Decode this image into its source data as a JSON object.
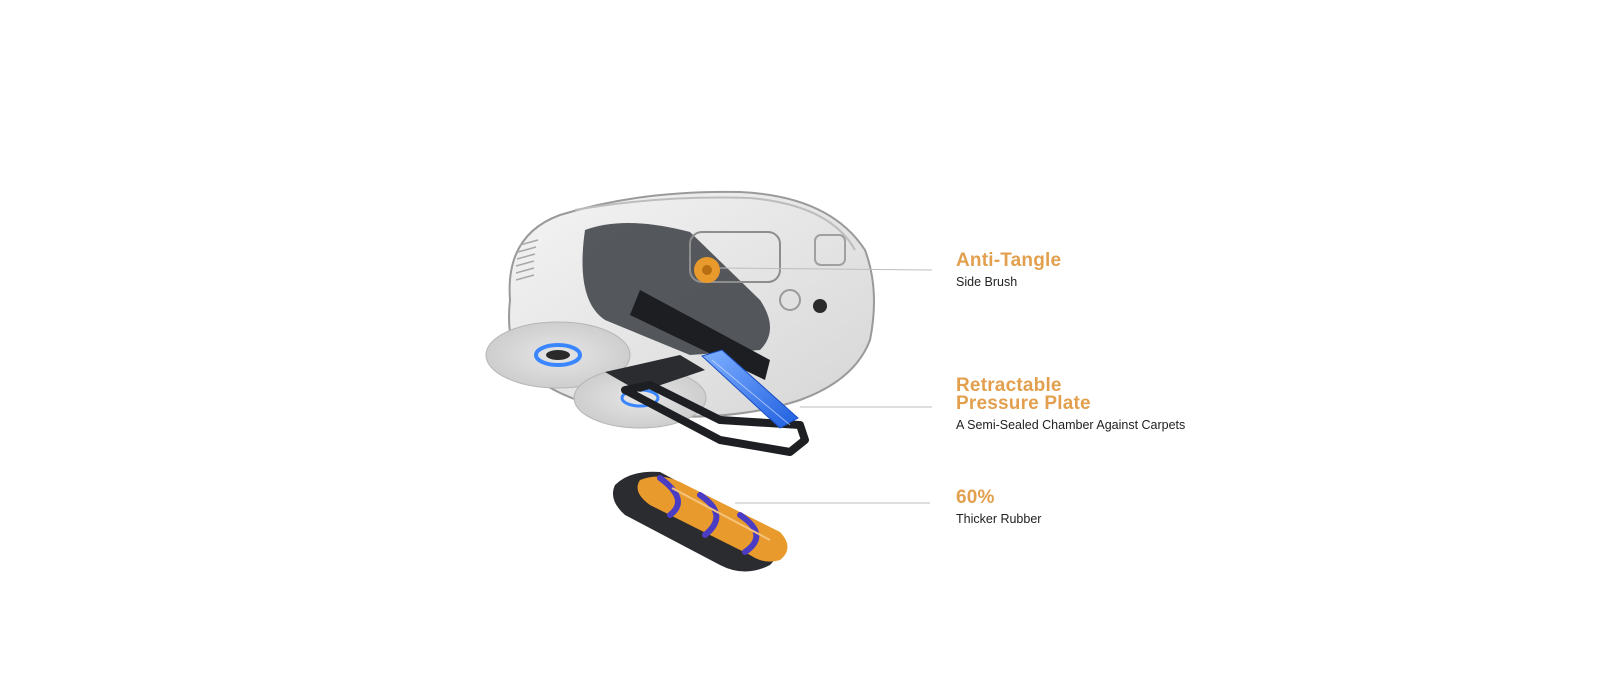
{
  "colors": {
    "accent": "#E2A04F",
    "text": "#222222",
    "leader": "#BDBDBD",
    "highlight_blue": "#2E6BE6",
    "brush_orange": "#E99A2C",
    "brush_purple": "#4B3CC4"
  },
  "callouts": [
    {
      "title_lines": [
        "Anti-Tangle"
      ],
      "subtitle": "Side Brush"
    },
    {
      "title_lines": [
        "Retractable",
        "Pressure Plate"
      ],
      "subtitle": "A Semi-Sealed Chamber Against Carpets"
    },
    {
      "title_lines": [
        "60%"
      ],
      "subtitle": "Thicker Rubber"
    }
  ]
}
